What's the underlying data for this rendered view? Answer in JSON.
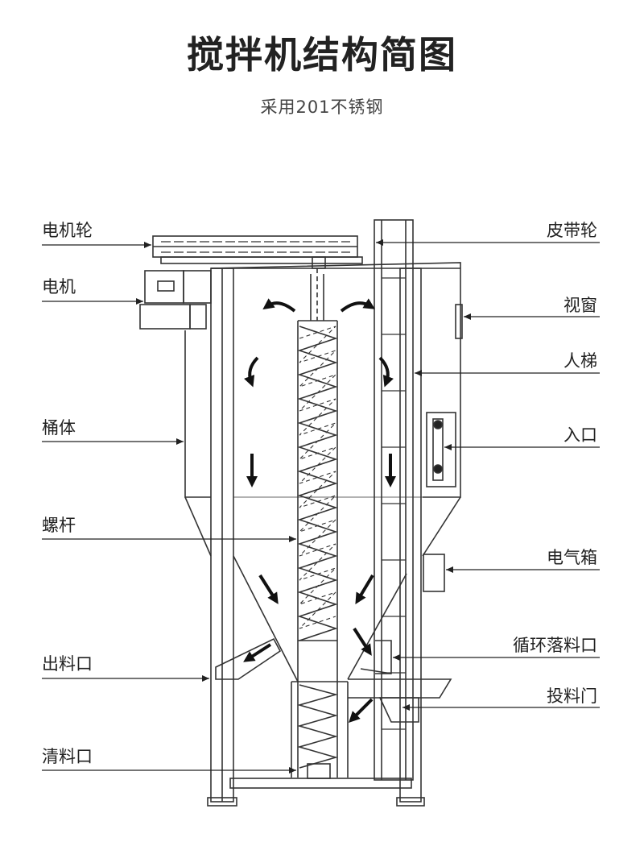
{
  "title": "搅拌机结构简图",
  "subtitle": "采用201不锈钢",
  "labels_left": {
    "motor_pulley": "电机轮",
    "motor": "电机",
    "barrel": "桶体",
    "screw": "螺杆",
    "outlet": "出料口",
    "cleaning_port": "清料口"
  },
  "labels_right": {
    "belt_pulley": "皮带轮",
    "window": "视窗",
    "ladder": "人梯",
    "inlet": "入口",
    "electric_box": "电气箱",
    "circulation_port": "循环落料口",
    "feed_door": "投料门"
  }
}
